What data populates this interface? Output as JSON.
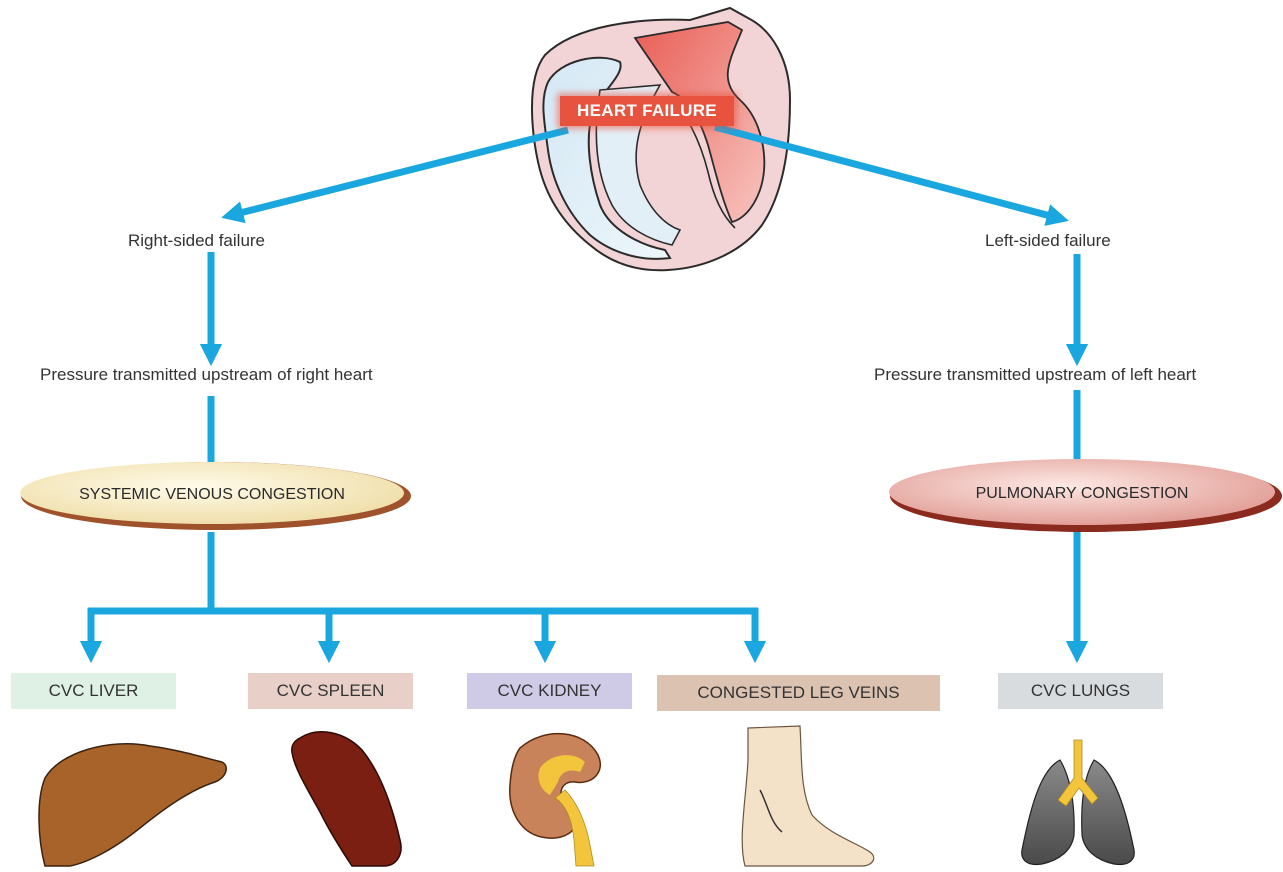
{
  "heart": {
    "title": "HEART FAILURE"
  },
  "branches": {
    "right": {
      "label": "Right-sided failure",
      "pressure": "Pressure transmitted upstream of right heart",
      "congestion": "SYSTEMIC VENOUS CONGESTION"
    },
    "left": {
      "label": "Left-sided failure",
      "pressure": "Pressure transmitted upstream of left heart",
      "congestion": "PULMONARY CONGESTION"
    }
  },
  "organs": [
    {
      "label": "CVC LIVER",
      "color": "#dff0e4"
    },
    {
      "label": "CVC SPLEEN",
      "color": "#e8d0c8"
    },
    {
      "label": "CVC KIDNEY",
      "color": "#cfcbe6"
    },
    {
      "label": "CONGESTED LEG VEINS",
      "color": "#dcc2b0"
    },
    {
      "label": "CVC LUNGS",
      "color": "#d8dcdf"
    }
  ],
  "colors": {
    "arrow": "#1aa7e0",
    "right_oval": "#f6ecc4",
    "left_oval": "#e8a7a0"
  }
}
